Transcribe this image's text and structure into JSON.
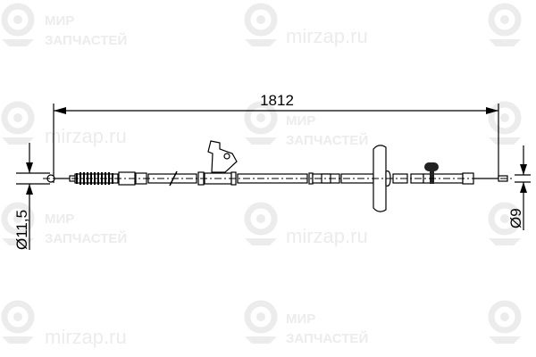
{
  "watermark": {
    "brand_line1": "МИР",
    "brand_line2": "ЗАПЧАСТЕЙ",
    "site": "mirzap.ru",
    "icon": "location-pin-icon"
  },
  "drawing": {
    "length_label": "1812",
    "left_diameter_label": "Ø11,5",
    "right_diameter_label": "Ø9"
  }
}
